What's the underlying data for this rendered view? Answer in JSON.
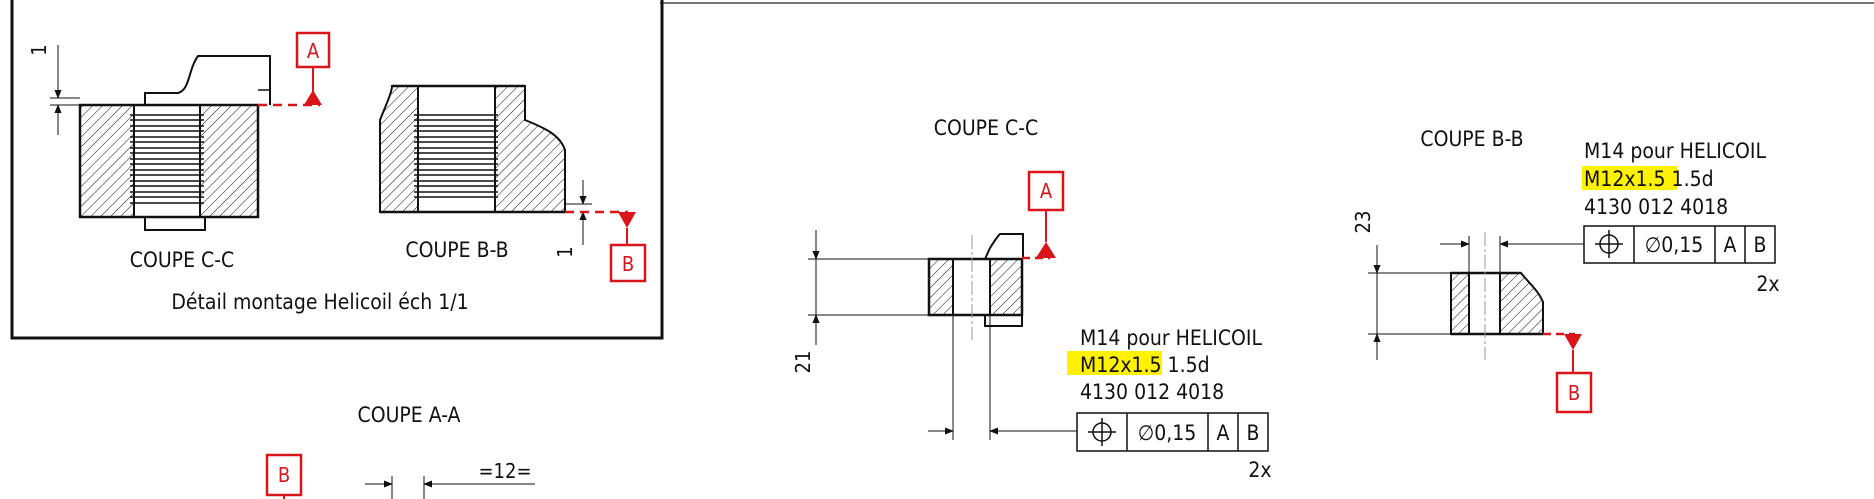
{
  "detail_panel": {
    "section_cc_label": "COUPE C-C",
    "section_bb_label": "COUPE B-B",
    "caption": "Détail montage Helicoil éch 1/1",
    "dim_top": "1",
    "dim_right": "1",
    "datum_a": "A",
    "datum_b": "B"
  },
  "section_aa": {
    "title": "COUPE A-A",
    "datum_b": "B",
    "dim_spacing": "=12="
  },
  "section_cc": {
    "title": "COUPE C-C",
    "datum_a": "A",
    "dim_height": "21",
    "note_line1": "M14 pour HELICOIL",
    "note_line2_highlight": "M12x1.5",
    "note_line2_rest": " 1.5d",
    "note_line3": "4130 012 4018",
    "fcf_tolerance": "∅0,15",
    "fcf_datum_1": "A",
    "fcf_datum_2": "B",
    "count": "2x"
  },
  "section_bb": {
    "title": "COUPE B-B",
    "datum_b": "B",
    "dim_height": "23",
    "note_line1": "M14 pour HELICOIL",
    "note_line2_highlight": "M12x1.5",
    "note_line2_rest": " 1.5d",
    "note_line3": "4130 012 4018",
    "fcf_tolerance": "∅0,15",
    "fcf_datum_1": "A",
    "fcf_datum_2": "B",
    "count": "2x"
  },
  "colors": {
    "line": "#111111",
    "datum_red": "#d9151b",
    "highlight": "#fff200"
  }
}
